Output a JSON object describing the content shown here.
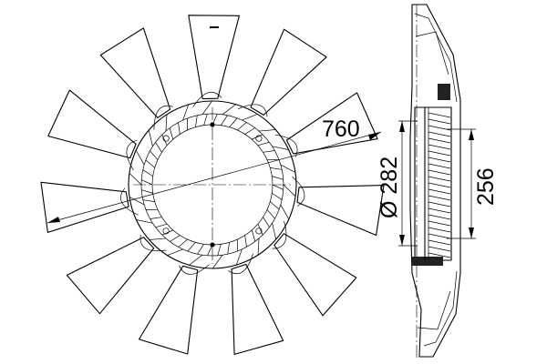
{
  "drawing": {
    "dim_outer_diameter": "760",
    "dim_hub_diameter": "Ø 282",
    "dim_bolt_height": "256"
  }
}
